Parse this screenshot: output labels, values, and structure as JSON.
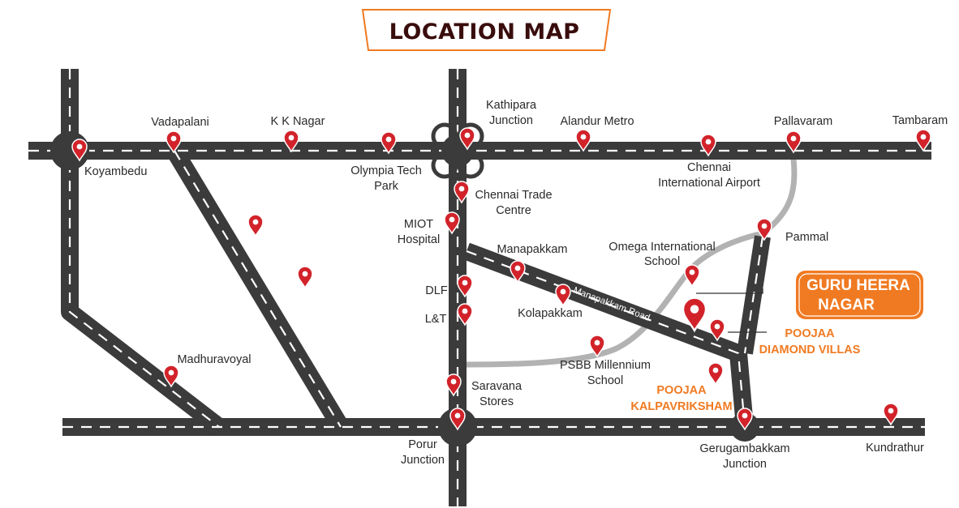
{
  "title": "LOCATION MAP",
  "colors": {
    "road": "#3b3b3b",
    "pin": "#d2232a",
    "accent": "#f07a22",
    "grey_road": "#b2b2b2",
    "title": "#3a0d0d"
  },
  "road_name": "Manapakkam Road",
  "highlight": {
    "line1": "GURU HEERA",
    "line2": "NAGAR"
  },
  "labels": {
    "koyambedu": "Koyambedu",
    "vadapalani": "Vadapalani",
    "kknagar": "K K Nagar",
    "olympia1": "Olympia Tech",
    "olympia2": "Park",
    "kathipara1": "Kathipara",
    "kathipara2": "Junction",
    "alandur": "Alandur Metro",
    "pallavaram": "Pallavaram",
    "tambaram": "Tambaram",
    "airport1": "Chennai",
    "airport2": "International Airport",
    "trade1": "Chennai Trade",
    "trade2": "Centre",
    "miot1": "MIOT",
    "miot2": "Hospital",
    "manapakkam": "Manapakkam",
    "omega1": "Omega International",
    "omega2": "School",
    "pammal": "Pammal",
    "dlf": "DLF",
    "lt": "L&T",
    "kolapakkam": "Kolapakkam",
    "psbb1": "PSBB Millennium",
    "psbb2": "School",
    "madhuravoyal": "Madhuravoyal",
    "saravana1": "Saravana",
    "saravana2": "Stores",
    "porur1": "Porur",
    "porur2": "Junction",
    "gerugam1": "Gerugambakkam",
    "gerugam2": "Junction",
    "kundrathur": "Kundrathur"
  },
  "projects": {
    "diamond1": "POOJAA",
    "diamond2": "DIAMOND VILLAS",
    "kalpa1": "POOJAA",
    "kalpa2": "KALPAVRIKSHAM"
  }
}
